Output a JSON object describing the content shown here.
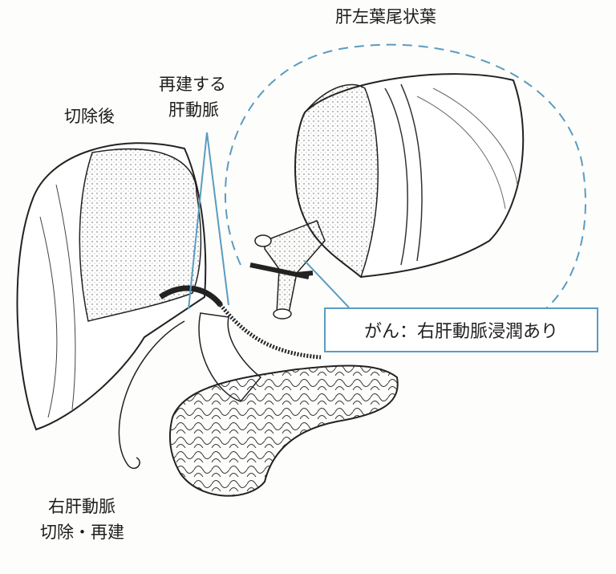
{
  "labels": {
    "caudate_lobe": "肝左葉尾状葉",
    "reconstructed_artery_line1": "再建する",
    "reconstructed_artery_line2": "肝動脈",
    "after_resection": "切除後",
    "callout": "がん：右肝動脈浸潤あり",
    "right_artery_line1": "右肝動脈",
    "right_artery_line2": "切除・再建"
  },
  "colors": {
    "accent": "#5a9cc0",
    "stroke": "#222222"
  }
}
